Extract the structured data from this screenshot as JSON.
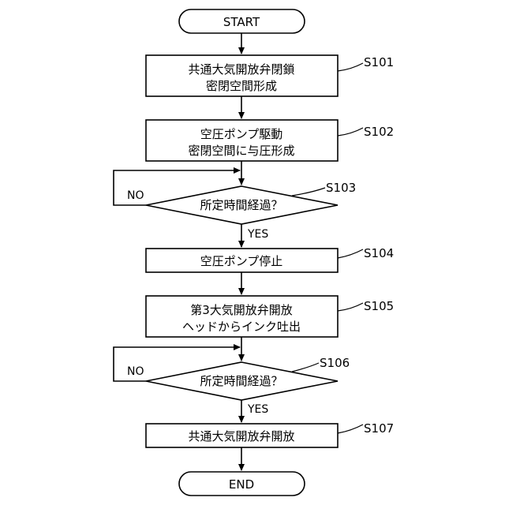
{
  "flowchart": {
    "start": "START",
    "end": "END",
    "steps": {
      "s101": {
        "label": "S101",
        "lines": [
          "共通大気開放弁閉鎖",
          "密閉空間形成"
        ]
      },
      "s102": {
        "label": "S102",
        "lines": [
          "空圧ポンプ駆動",
          "密閉空間に与圧形成"
        ]
      },
      "s103": {
        "label": "S103",
        "lines": [
          "所定時間経過？"
        ]
      },
      "s104": {
        "label": "S104",
        "lines": [
          "空圧ポンプ停止"
        ]
      },
      "s105": {
        "label": "S105",
        "lines": [
          "第3大気開放弁開放",
          "ヘッドからインク吐出"
        ]
      },
      "s106": {
        "label": "S106",
        "lines": [
          "所定時間経過？"
        ]
      },
      "s107": {
        "label": "S107",
        "lines": [
          "共通大気開放弁開放"
        ]
      }
    },
    "branches": {
      "yes": "YES",
      "no": "NO"
    }
  }
}
